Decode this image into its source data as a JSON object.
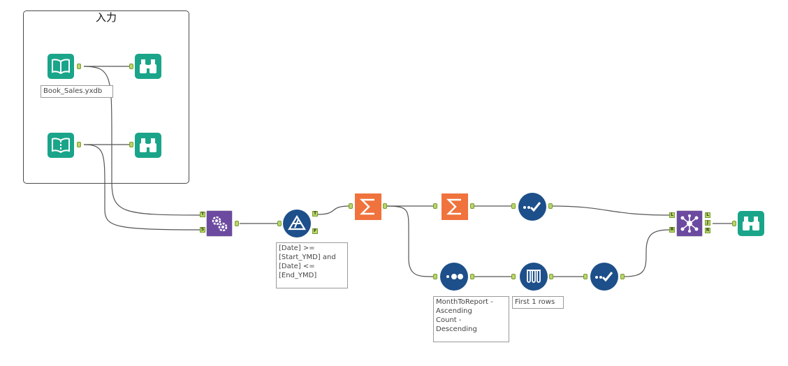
{
  "container": {
    "title": "入力"
  },
  "annotations": {
    "input_book_sales": "Book_Sales.yxdb",
    "filter_expr": "[Date] >=\n[Start_YMD] and\n[Date] <=\n[End_YMD]",
    "sort_order": "MonthToReport -\nAscending\nCount -\nDescending",
    "sample_rows": "First 1 rows"
  },
  "anchor_labels": {
    "append_target": "T",
    "append_source": "S",
    "filter_true": "T",
    "filter_false": "F",
    "join_left_in": "L",
    "join_right_in": "R",
    "join_left_out": "L",
    "join_join_out": "J",
    "join_right_out": "R"
  },
  "tools": {
    "input_1": "book-input-icon",
    "browse_1": "binoculars-icon",
    "input_2": "book-input-icon",
    "browse_2": "binoculars-icon",
    "append_fields": "gears-icon",
    "filter": "filter-icon",
    "summarize_1": "sigma-icon",
    "summarize_2": "sigma-icon",
    "select_1": "check-icon",
    "sort": "dots-icon",
    "sample": "test-tubes-icon",
    "select_2": "check-icon",
    "join": "join-icon",
    "browse_3": "binoculars-icon"
  },
  "colors": {
    "teal": "#1aa58a",
    "purple": "#6b4aa0",
    "orange": "#f0723c",
    "navy": "#1d4f8a",
    "anchor": "#b8d66a",
    "wire": "#555555"
  }
}
